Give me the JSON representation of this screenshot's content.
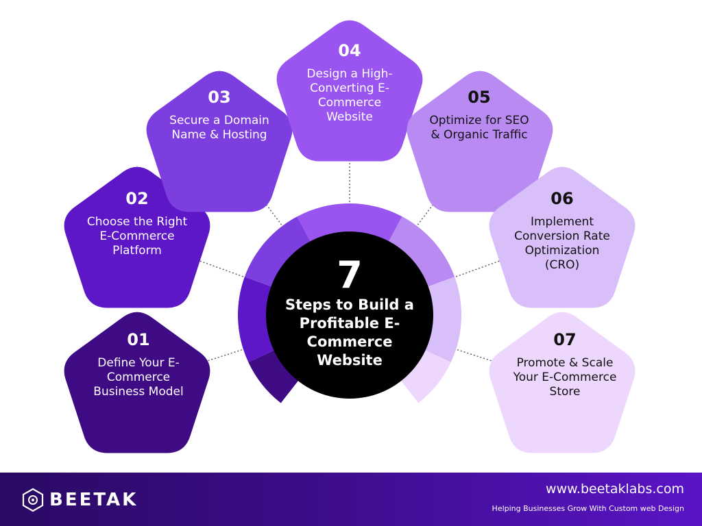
{
  "center": {
    "big": "7",
    "subtitle": "Steps to Build a Profitable E-Commerce Website"
  },
  "steps": [
    {
      "num": "01",
      "label": "Define Your E-Commerce Business Model",
      "color": "#3f0b85",
      "text_color": "#ffffff"
    },
    {
      "num": "02",
      "label": "Choose the Right E-Commerce Platform",
      "color": "#5d17c6",
      "text_color": "#ffffff"
    },
    {
      "num": "03",
      "label": "Secure a Domain Name & Hosting",
      "color": "#7d3ee0",
      "text_color": "#ffffff"
    },
    {
      "num": "04",
      "label": "Design a High-Converting E-Commerce Website",
      "color": "#9a55f0",
      "text_color": "#ffffff"
    },
    {
      "num": "05",
      "label": "Optimize for SEO & Organic Traffic",
      "color": "#b98bf2",
      "text_color": "#111111"
    },
    {
      "num": "06",
      "label": "Implement Conversion Rate Optimization (CRO)",
      "color": "#d9bff9",
      "text_color": "#111111"
    },
    {
      "num": "07",
      "label": "Promote & Scale Your E-Commerce Store",
      "color": "#eed7fd",
      "text_color": "#111111"
    }
  ],
  "colors": {
    "center_disc": "#000000",
    "footer_start": "#2a0a63",
    "footer_end": "#5a14c6",
    "connector": "#555555"
  },
  "footer": {
    "logo_text": "BEETAK",
    "url": "www.beetaklabs.com",
    "tagline": "Helping Businesses Grow With Custom web Design"
  },
  "icons": {
    "logo": "hexagon-logo-icon"
  }
}
